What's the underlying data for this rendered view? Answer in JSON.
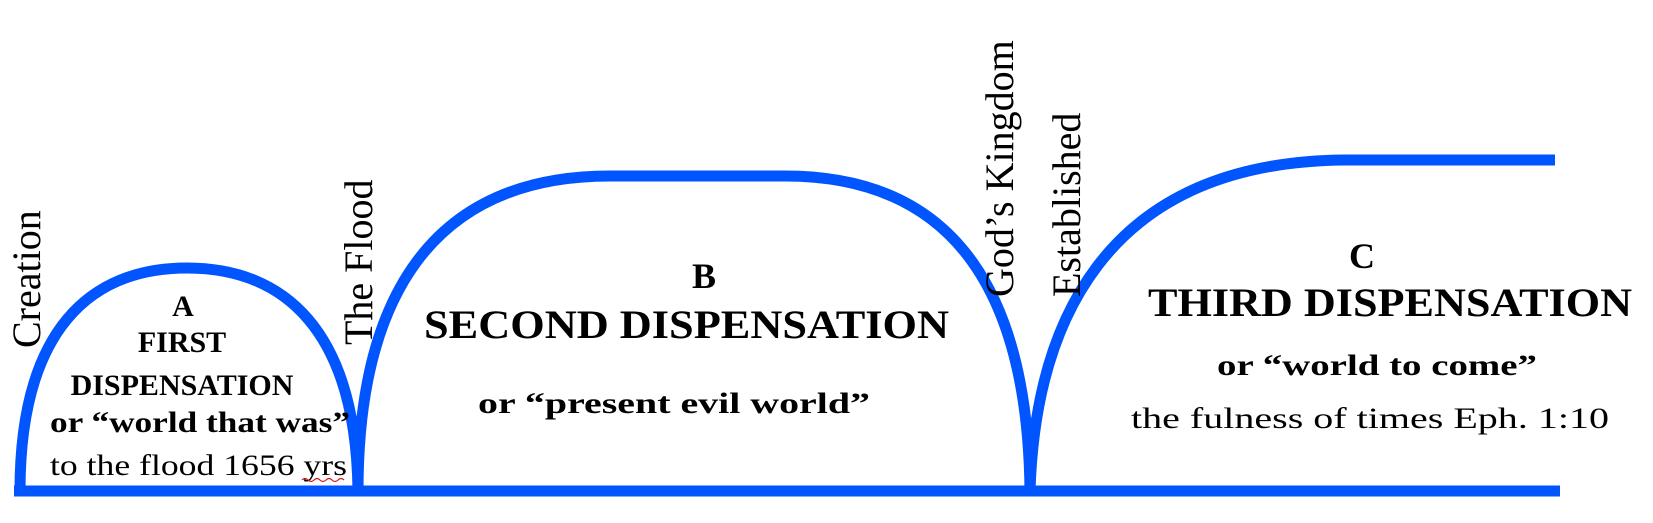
{
  "colors": {
    "arc": "#0055ff",
    "text": "#000000",
    "spell_underline": "#d01818"
  },
  "milestones": {
    "creation": "Creation",
    "flood": "The Flood",
    "kingdom_line1": "God’s Kingdom",
    "kingdom_line2": "Established"
  },
  "dispensations": [
    {
      "letter": "A",
      "title_line1": "FIRST",
      "title_line2": "DISPENSATION",
      "subtitle": "or “world that was”",
      "note": "to the flood 1656 yrs"
    },
    {
      "letter": "B",
      "title": "SECOND DISPENSATION",
      "subtitle": "or “present evil world”"
    },
    {
      "letter": "C",
      "title": "THIRD DISPENSATION",
      "subtitle": "or “world to come”",
      "note": "the fulness of times Eph. 1:10"
    }
  ]
}
